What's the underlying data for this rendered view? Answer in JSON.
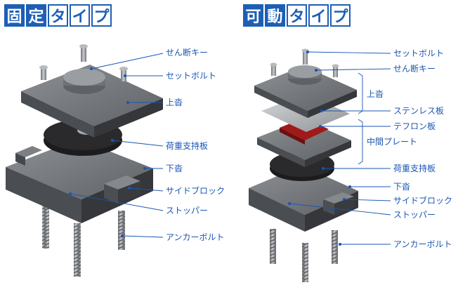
{
  "left": {
    "title_chars": [
      "固",
      "定",
      "タ",
      "イ",
      "プ"
    ],
    "labels": {
      "shear_key": "せん断キー",
      "set_bolt": "セットボルト",
      "upper_shoe": "上沓",
      "bearing_plate": "荷重支持板",
      "lower_shoe": "下沓",
      "side_block": "サイドブロック",
      "stopper": "ストッパー",
      "anchor_bolt": "アンカーボルト"
    }
  },
  "right": {
    "title_chars": [
      "可",
      "動",
      "タ",
      "イ",
      "プ"
    ],
    "labels": {
      "set_bolt": "セットボルト",
      "shear_key": "せん断キー",
      "upper_shoe": "上沓",
      "stainless_plate": "ステンレス板",
      "teflon_plate": "テフロン板",
      "middle_plate": "中間プレート",
      "bearing_plate": "荷重支持板",
      "lower_shoe": "下沓",
      "side_block": "サイドブロック",
      "stopper": "ストッパー",
      "anchor_bolt": "アンカーボルト"
    }
  },
  "colors": {
    "accent": "#1d5fb5",
    "label": "#1a56b3",
    "steel": "#6b6e72",
    "teflon": "#a11a1a"
  }
}
